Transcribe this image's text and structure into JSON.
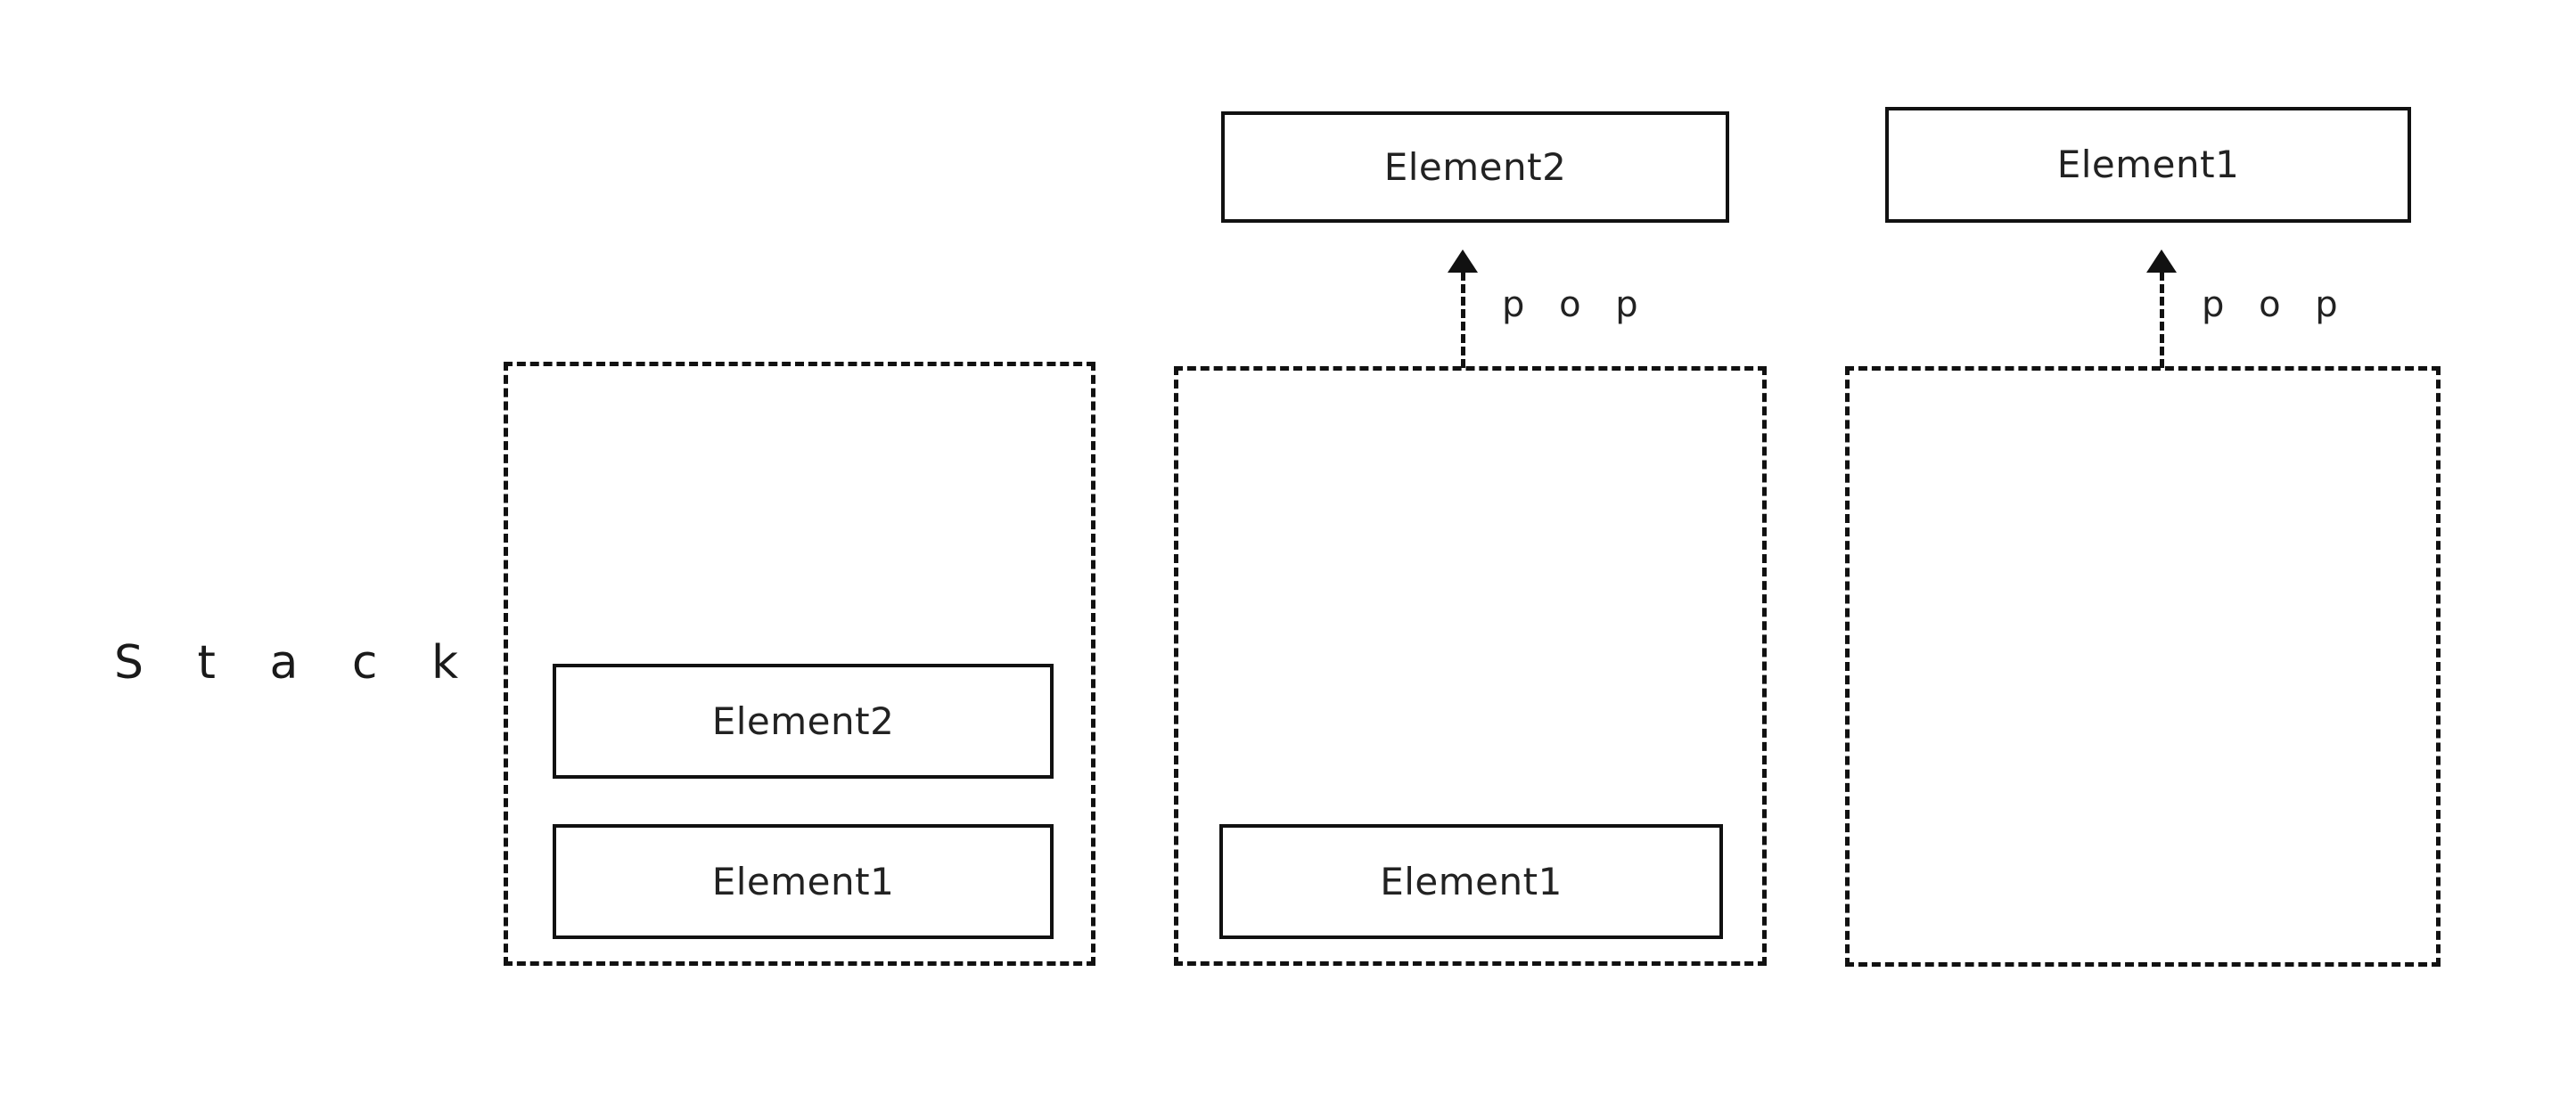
{
  "diagram": {
    "caption": "S t a c k",
    "colors": {
      "stroke": "#111111",
      "text": "#222222",
      "background": "#ffffff"
    },
    "columns": [
      {
        "id": "state-initial",
        "popped_element": null,
        "pop_label": null,
        "stack_items": [
          {
            "label": "Element2"
          },
          {
            "label": "Element1"
          }
        ]
      },
      {
        "id": "state-after-first-pop",
        "popped_element": {
          "label": "Element2"
        },
        "pop_label": "p o p",
        "stack_items": [
          {
            "label": "Element1"
          }
        ]
      },
      {
        "id": "state-after-second-pop",
        "popped_element": {
          "label": "Element1"
        },
        "pop_label": "p o p",
        "stack_items": []
      }
    ]
  }
}
